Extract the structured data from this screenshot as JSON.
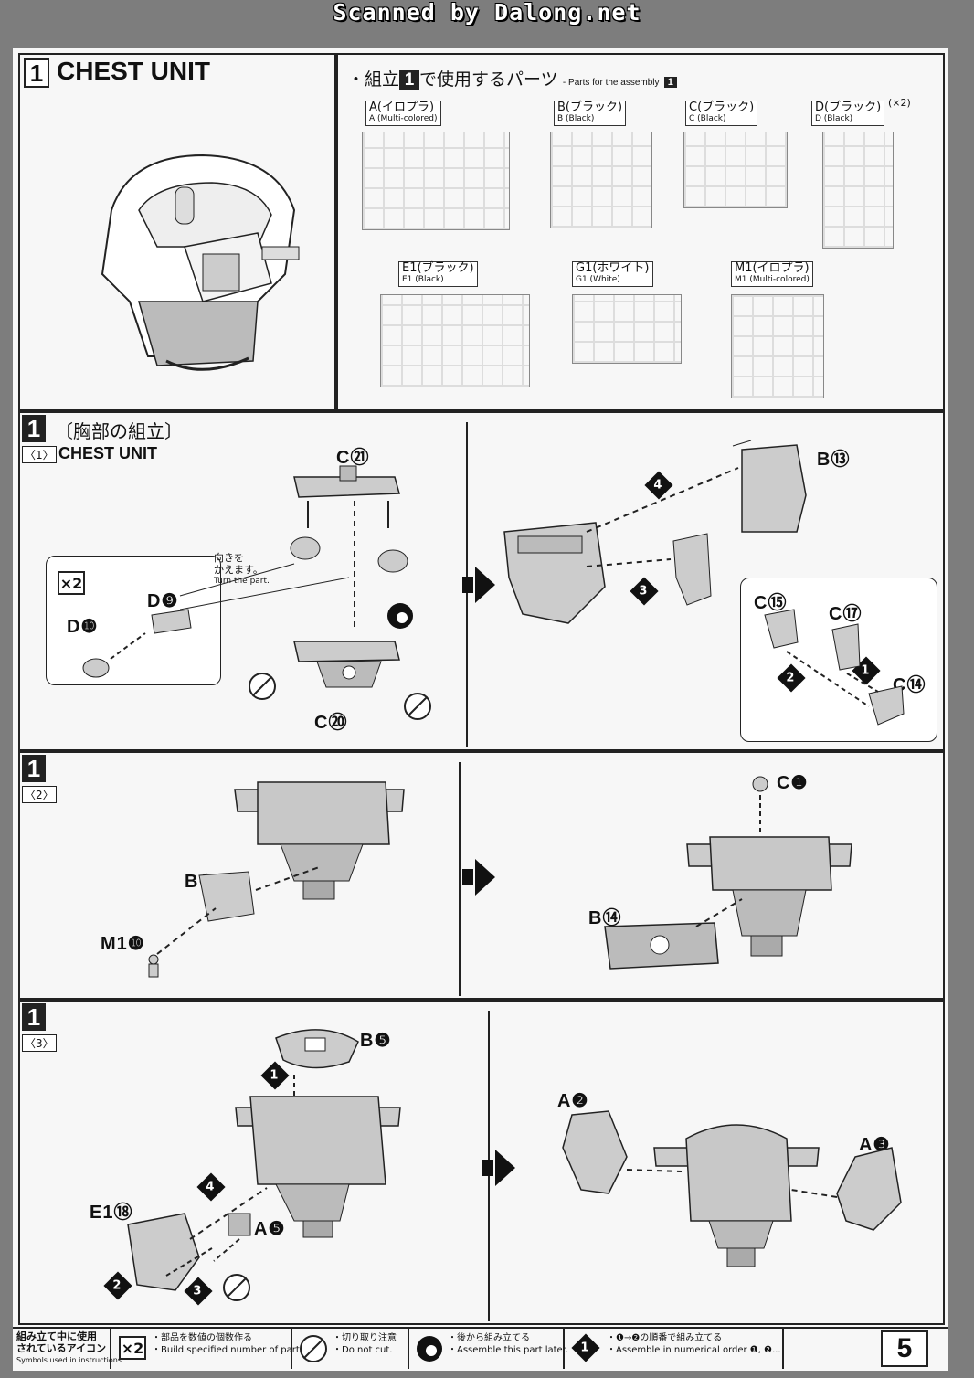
{
  "banner": "Scanned by Dalong.net",
  "section1": {
    "num": "1",
    "title": "CHEST UNIT",
    "parts_heading_jp": "・組立",
    "parts_heading_num": "1",
    "parts_heading_jp2": "で使用するパーツ",
    "parts_heading_en": "- Parts for the assembly",
    "parts_heading_en_num": "1",
    "runners": [
      {
        "jp": "A(イロプラ)",
        "en": "A (Multi-colored)"
      },
      {
        "jp": "B(ブラック)",
        "en": "B (Black)"
      },
      {
        "jp": "C(ブラック)",
        "en": "C (Black)"
      },
      {
        "jp": "D(ブラック)",
        "en": "D (Black)",
        "count": "(×2)"
      },
      {
        "jp": "E1(ブラック)",
        "en": "E1 (Black)"
      },
      {
        "jp": "G1(ホワイト)",
        "en": "G1 (White)"
      },
      {
        "jp": "M1(イロプラ)",
        "en": "M1 (Multi-colored)"
      }
    ]
  },
  "step1": {
    "num": "1",
    "title_jp": "〔胸部の組立〕",
    "sub": "〈1〉",
    "title_en": "CHEST UNIT",
    "parts": {
      "c21": "C",
      "c21n": "㉑",
      "d9": "D",
      "d9n": "❾",
      "d10": "D",
      "d10n": "❿",
      "c20": "C",
      "c20n": "⑳",
      "b13": "B",
      "b13n": "⑬",
      "c15": "C",
      "c15n": "⑮",
      "c17": "C",
      "c17n": "⑰",
      "c14": "C",
      "c14n": "⑭"
    },
    "turn_jp1": "向きを",
    "turn_jp2": "かえます。",
    "turn_en": "Turn the part.",
    "x2": "×2",
    "d4": "4",
    "d3": "3",
    "d2": "2",
    "d1": "1"
  },
  "step2": {
    "num": "1",
    "sub": "〈2〉",
    "parts": {
      "b1": "B",
      "b1n": "❶",
      "m10": "M1",
      "m10n": "❿",
      "c1": "C",
      "c1n": "❶",
      "b14": "B",
      "b14n": "⑭"
    }
  },
  "step3": {
    "num": "1",
    "sub": "〈3〉",
    "parts": {
      "b5": "B",
      "b5n": "❺",
      "e18": "E1",
      "e18n": "⑱",
      "a5": "A",
      "a5n": "❺",
      "a2": "A",
      "a2n": "❷",
      "a3": "A",
      "a3n": "❸"
    },
    "d1": "1",
    "d4": "4",
    "d2": "2",
    "d3": "3"
  },
  "legend": {
    "head_jp1": "組み立て中に使用",
    "head_jp2": "されているアイコン",
    "head_en": "Symbols used in instructions",
    "x2_icon": "×2",
    "x2_jp": "・部品を数値の個数作る",
    "x2_en": "・Build specified number of parts.",
    "cut_jp": "・切り取り注意",
    "cut_en": "・Do not cut.",
    "later_jp": "・後から組み立てる",
    "later_en": "・Assemble this part later.",
    "order_num": "1",
    "order_jp": "・❶→❷の順番で組み立てる",
    "order_en": "・Assemble in numerical order ❶, ❷..."
  },
  "page_number": "5"
}
